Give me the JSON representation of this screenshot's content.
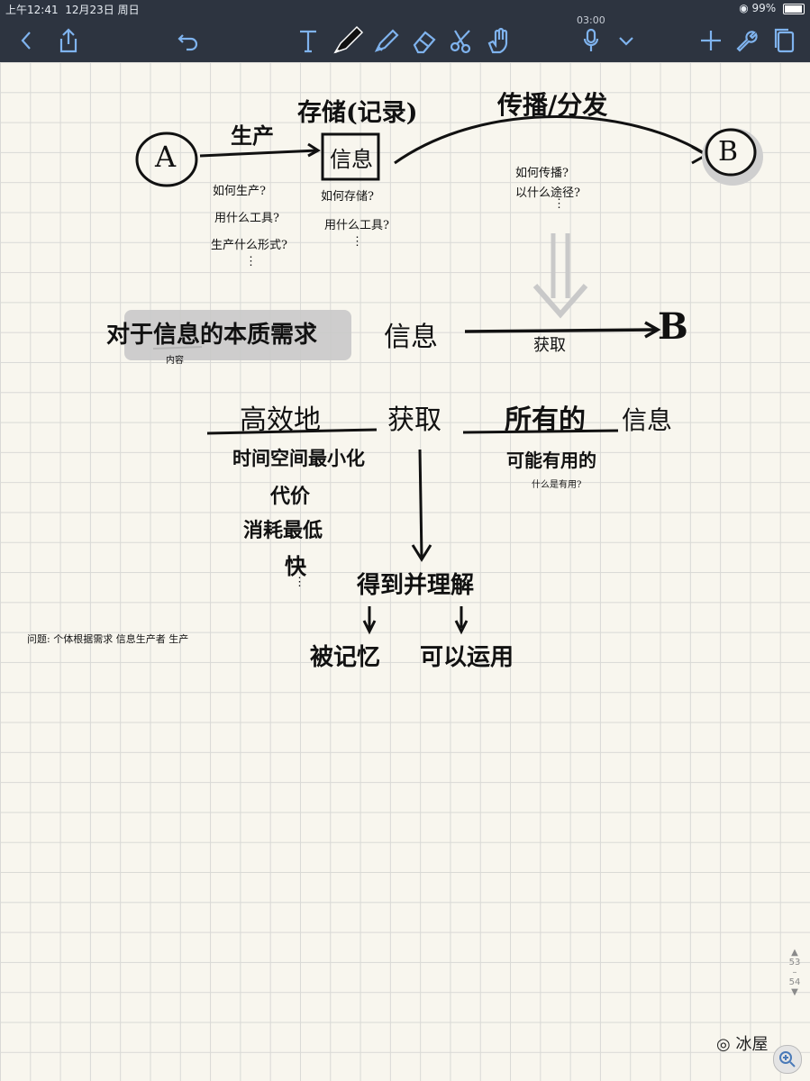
{
  "status_bar": {
    "time": "上午12:41",
    "date": "12月23日 周日",
    "battery": "99%"
  },
  "toolbar": {
    "recording_time": "03:00",
    "icons": [
      "back-icon",
      "share-icon",
      "undo-icon",
      "text-tool-icon",
      "pen-tool-icon",
      "highlighter-tool-icon",
      "eraser-tool-icon",
      "scissors-tool-icon",
      "hand-tool-icon",
      "microphone-icon",
      "chevron-down-icon",
      "add-icon",
      "settings-icon",
      "pages-icon"
    ]
  },
  "note": {
    "top": {
      "node_a": "A",
      "node_b": "B",
      "produce_label": "生产",
      "store_label": "存储(记录)",
      "info_box": "信息",
      "transmit_label": "传播/分发",
      "produce_questions": [
        "如何生产?",
        "用什么工具?",
        "生产什么形式?",
        "⋮"
      ],
      "store_questions": [
        "如何存储?",
        "用什么工具?",
        "⋮"
      ],
      "transmit_questions": [
        "如何传播?",
        "以什么途径?",
        "⋮"
      ]
    },
    "middle": {
      "core_need": "对于信息的本质需求",
      "content_note": "内容",
      "info": "信息",
      "acquire": "获取",
      "target": "B"
    },
    "bottom": {
      "efficiently": "高效地",
      "acquire": "获取",
      "all": "所有的",
      "info": "信息",
      "efficiency_items": [
        "时间空间最小化",
        "代价",
        "消耗最低",
        "快",
        "⋮"
      ],
      "usable": "可能有用的",
      "usable_question": "什么是有用?",
      "understand": "得到并理解",
      "remember": "被记忆",
      "apply": "可以运用",
      "side_note": "问题: 个体根据需求 信息生产者 生产"
    }
  },
  "scroll": {
    "page_prev": "53",
    "page_next": "54"
  },
  "watermark": {
    "text": "冰屋"
  }
}
